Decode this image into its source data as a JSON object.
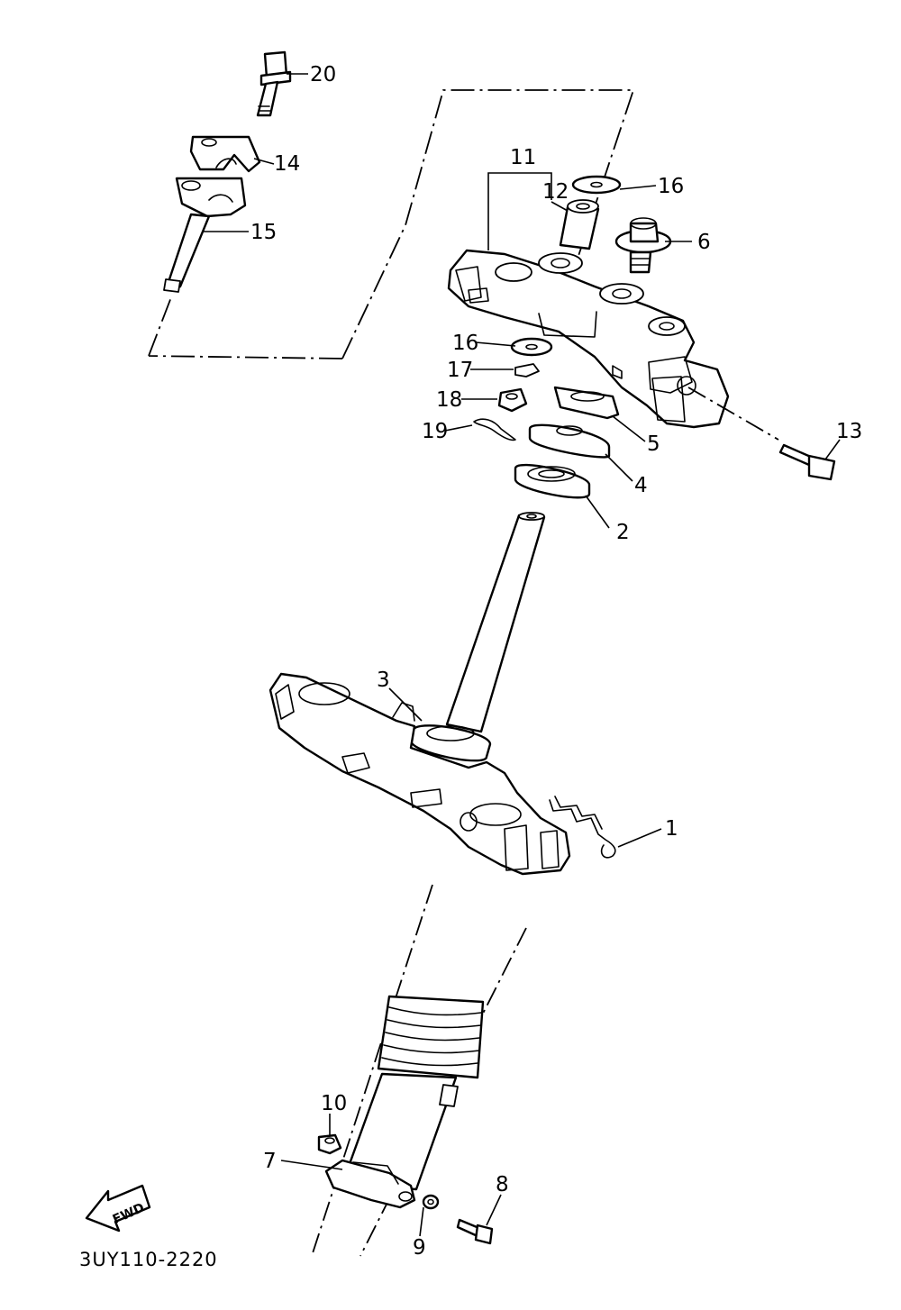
{
  "diagram_code": "3UY110-2220",
  "fwd_label": "FWD",
  "callouts": {
    "c1": "1",
    "c2": "2",
    "c3": "3",
    "c4": "4",
    "c5": "5",
    "c6": "6",
    "c7": "7",
    "c8": "8",
    "c9": "9",
    "c10": "10",
    "c11": "11",
    "c12": "12",
    "c13": "13",
    "c14": "14",
    "c15": "15",
    "c16a": "16",
    "c16b": "16",
    "c17": "17",
    "c18": "18",
    "c19": "19",
    "c20": "20"
  }
}
